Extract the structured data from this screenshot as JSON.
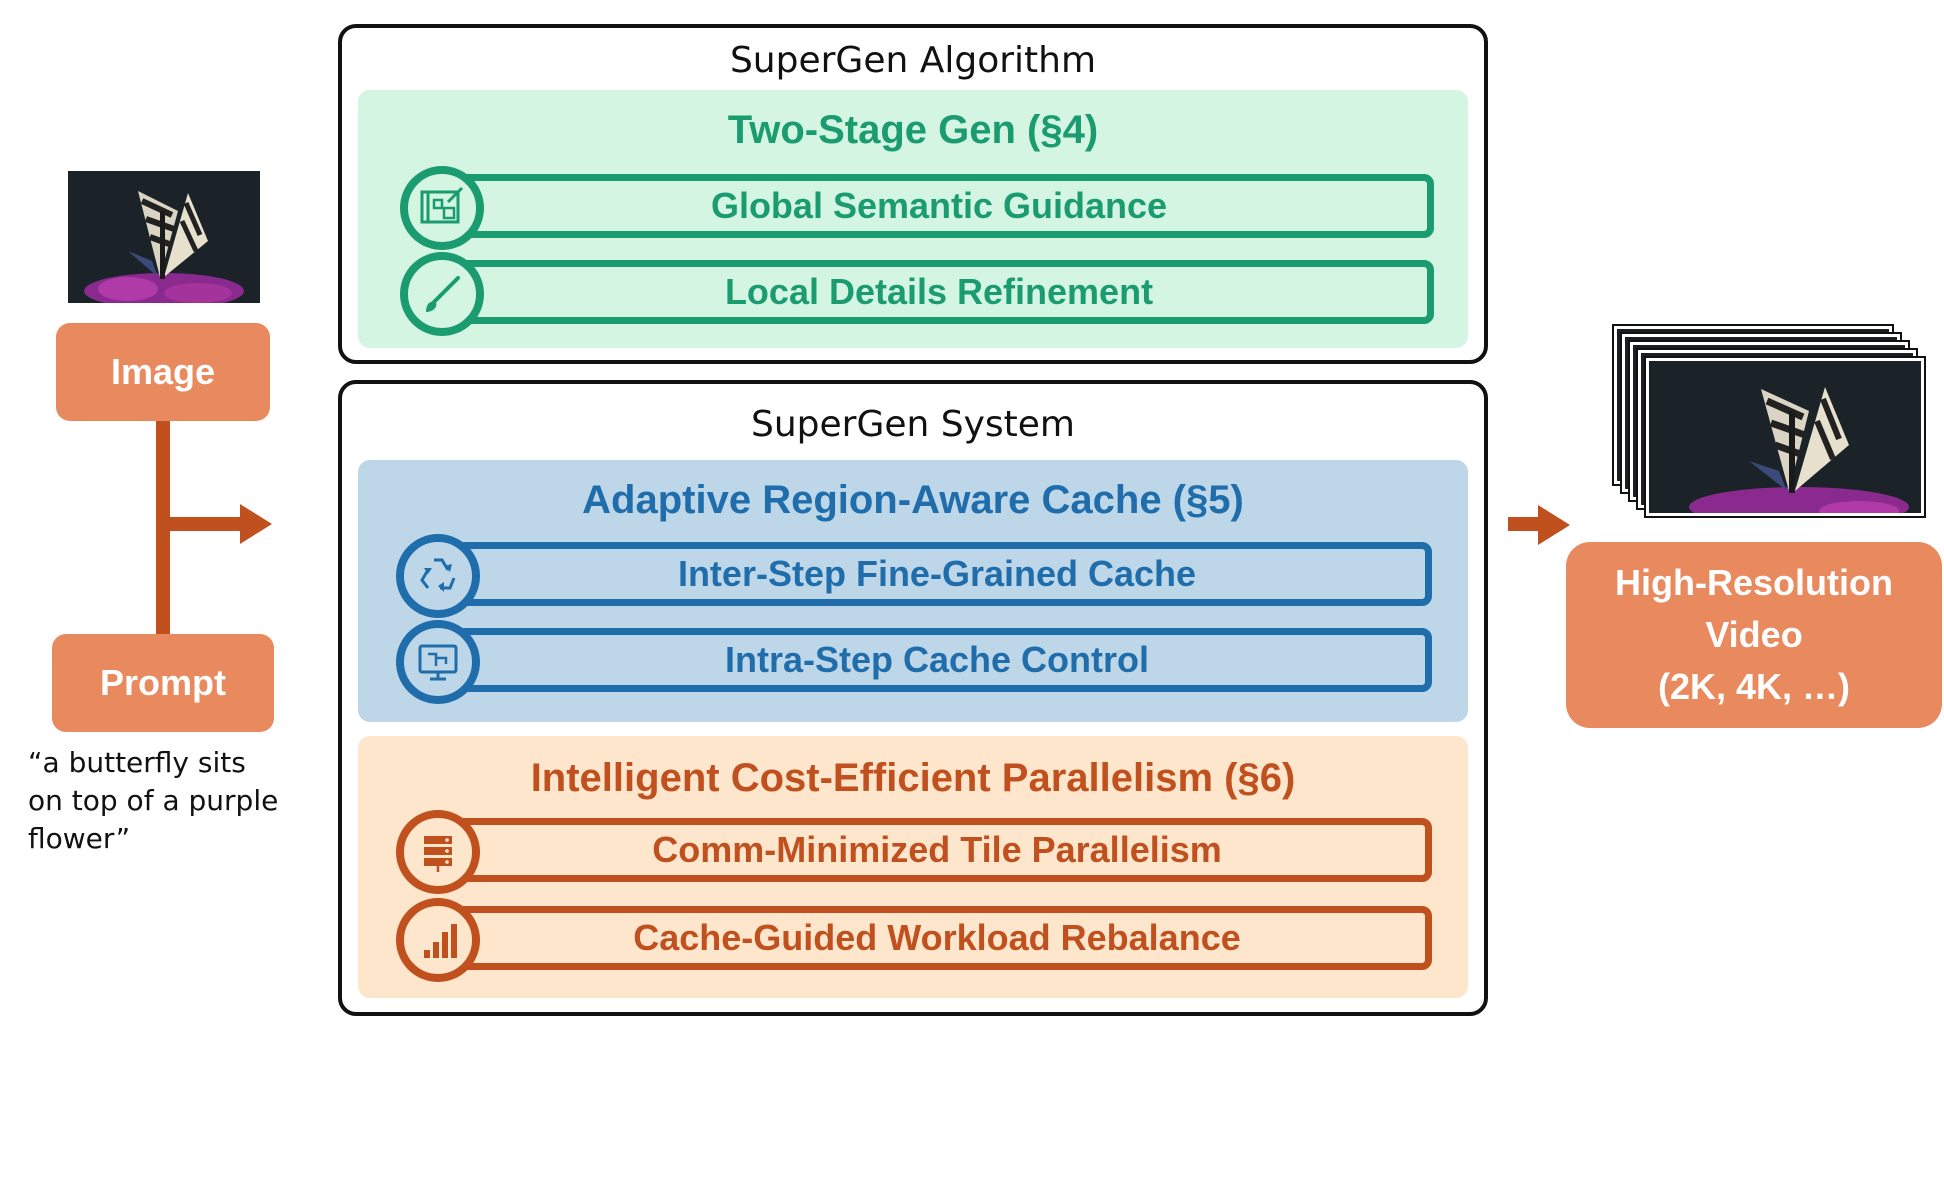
{
  "inputs": {
    "image_label": "Image",
    "prompt_label": "Prompt",
    "prompt_text": "“a butterfly sits\non top of a purple\nflower”"
  },
  "algorithm": {
    "title": "SuperGen Algorithm",
    "section": {
      "title": "Two-Stage Gen (§4)",
      "items": [
        {
          "label": "Global Semantic Guidance",
          "icon": "blueprint-icon"
        },
        {
          "label": "Local Details Refinement",
          "icon": "brush-icon"
        }
      ]
    }
  },
  "system": {
    "title": "SuperGen System",
    "cache": {
      "title": "Adaptive Region-Aware Cache (§5)",
      "items": [
        {
          "label": "Inter-Step Fine-Grained Cache",
          "icon": "recycle-icon"
        },
        {
          "label": "Intra-Step Cache Control",
          "icon": "monitor-icon"
        }
      ]
    },
    "parallel": {
      "title": "Intelligent Cost-Efficient Parallelism (§6)",
      "items": [
        {
          "label": "Comm-Minimized Tile Parallelism",
          "icon": "server-icon"
        },
        {
          "label": "Cache-Guided Workload Rebalance",
          "icon": "bar-chart-icon"
        }
      ]
    }
  },
  "output": {
    "line1": "High-Resolution",
    "line2": "Video",
    "line3": "(2K, 4K, …)"
  },
  "colors": {
    "green": "#1b9c70",
    "blue": "#1f6dab",
    "orange": "#c0501e",
    "box_orange": "#e9895e"
  }
}
